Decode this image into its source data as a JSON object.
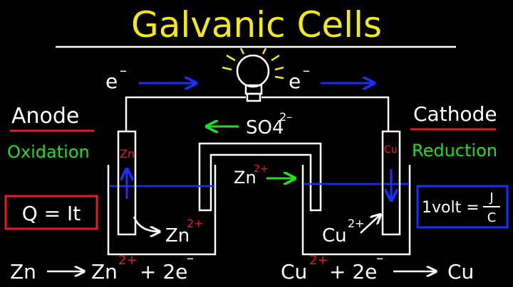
{
  "title": "Galvanic Cells",
  "electron_left": "e",
  "electron_right": "e",
  "electron_sup": "–",
  "anode": {
    "label": "Anode",
    "process": "Oxidation",
    "electrode": "Zn",
    "ion": "Zn",
    "ion_charge": "2+"
  },
  "cathode": {
    "label": "Cathode",
    "process": "Reduction",
    "electrode": "Cu",
    "ion": "Cu",
    "ion_charge": "2+"
  },
  "bridge": {
    "anion": "SO4",
    "anion_charge": "2–",
    "cation": "Zn",
    "cation_charge": "2+"
  },
  "charge_formula": "Q = It",
  "volt_formula": {
    "left": "1volt =",
    "numerator": "J",
    "denominator": "C"
  },
  "half_reaction_left": {
    "reactant": "Zn",
    "product": "Zn",
    "product_charge": "2+",
    "plus": "+ 2e",
    "electron_charge": "–"
  },
  "half_reaction_right": {
    "reactant": "Cu",
    "reactant_charge": "2+",
    "plus": "+ 2e",
    "electron_charge": "–",
    "product": "Cu"
  },
  "colors": {
    "title": "#f3e81a",
    "label_red": "#e8172a",
    "process_green": "#22dd22",
    "arrow_blue": "#1a2fff",
    "box_red": "#e8172a",
    "box_blue": "#1a2fff",
    "line_white": "#ffffff"
  }
}
